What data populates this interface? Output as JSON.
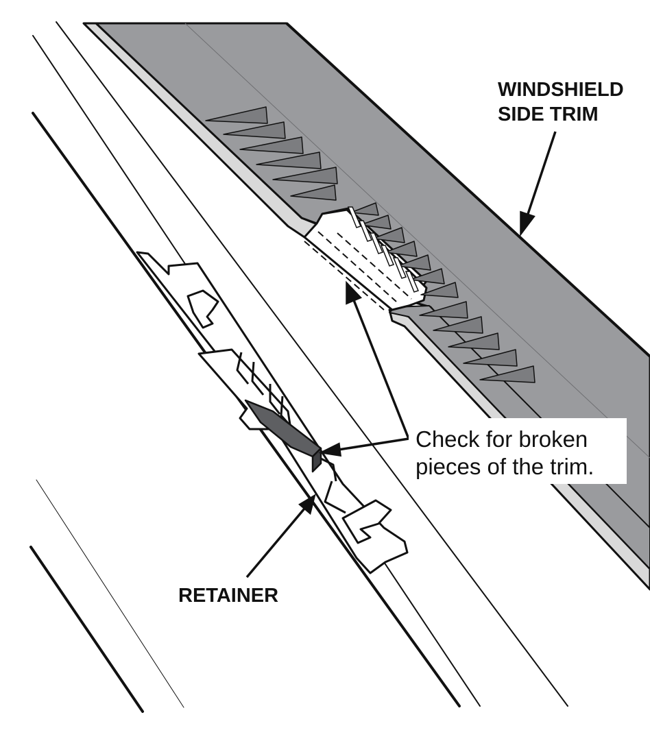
{
  "labels": {
    "trim_line1": "WINDSHIELD",
    "trim_line2": "SIDE TRIM",
    "note_line1": "Check for broken",
    "note_line2": "pieces of the trim.",
    "retainer": "RETAINER"
  },
  "colors": {
    "trim_fill": "#9a9b9e",
    "trim_edge": "#d9d9d9",
    "piece_fill": "#5e5f62",
    "line": "#111111",
    "background": "#ffffff"
  }
}
